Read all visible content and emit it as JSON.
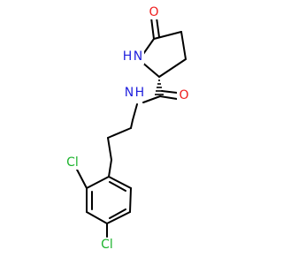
{
  "colors": {
    "background": "#ffffff",
    "bond": "#000000",
    "nitrogen": "#1f1fdd",
    "oxygen": "#ee1c1c",
    "chlorine": "#1db42d"
  },
  "atoms": {
    "nh_ring": "H N",
    "o_ring": "O",
    "o_amide": "O",
    "nh_amide": "N H",
    "cl_ortho": "Cl",
    "cl_para": "Cl"
  }
}
